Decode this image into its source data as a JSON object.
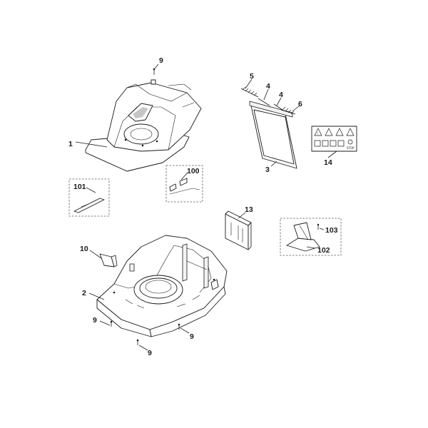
{
  "labels": {
    "screw_top": "9",
    "upper_housing": "1",
    "spring_left": "5",
    "pin_left": "4",
    "pin_right": "4",
    "spring_right": "6",
    "flap": "3",
    "warning_label": "14",
    "clip_kit": "100",
    "blade_kit": "101",
    "bracket": "13",
    "screw_103": "103",
    "mulch_plug": "102",
    "latch": "10",
    "deck": "2",
    "screw_left": "9",
    "screw_right": "9",
    "screw_bottom": "9"
  },
  "warning_label_text": {
    "stop": "STOP"
  },
  "colors": {
    "line": "#1a1a1a",
    "background": "#ffffff"
  }
}
